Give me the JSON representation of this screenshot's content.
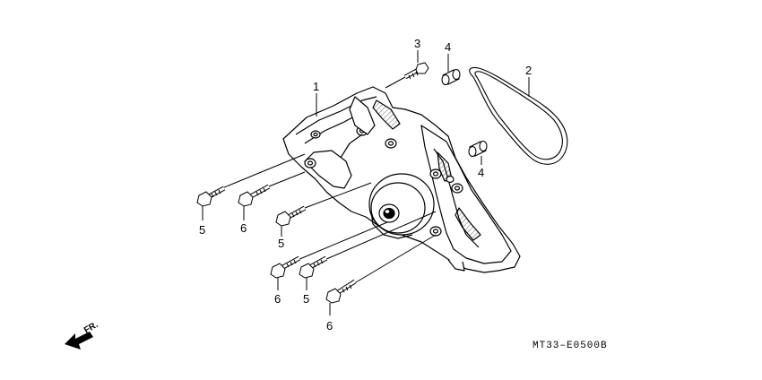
{
  "diagram": {
    "callouts": {
      "c1": "1",
      "c2": "2",
      "c3": "3",
      "c4a": "4",
      "c4b": "4",
      "c5a": "5",
      "c5b": "5",
      "c5c": "5",
      "c6a": "6",
      "c6b": "6",
      "c6c": "6"
    },
    "direction_label": "FR.",
    "diagram_code": "MT33–E0500B"
  }
}
